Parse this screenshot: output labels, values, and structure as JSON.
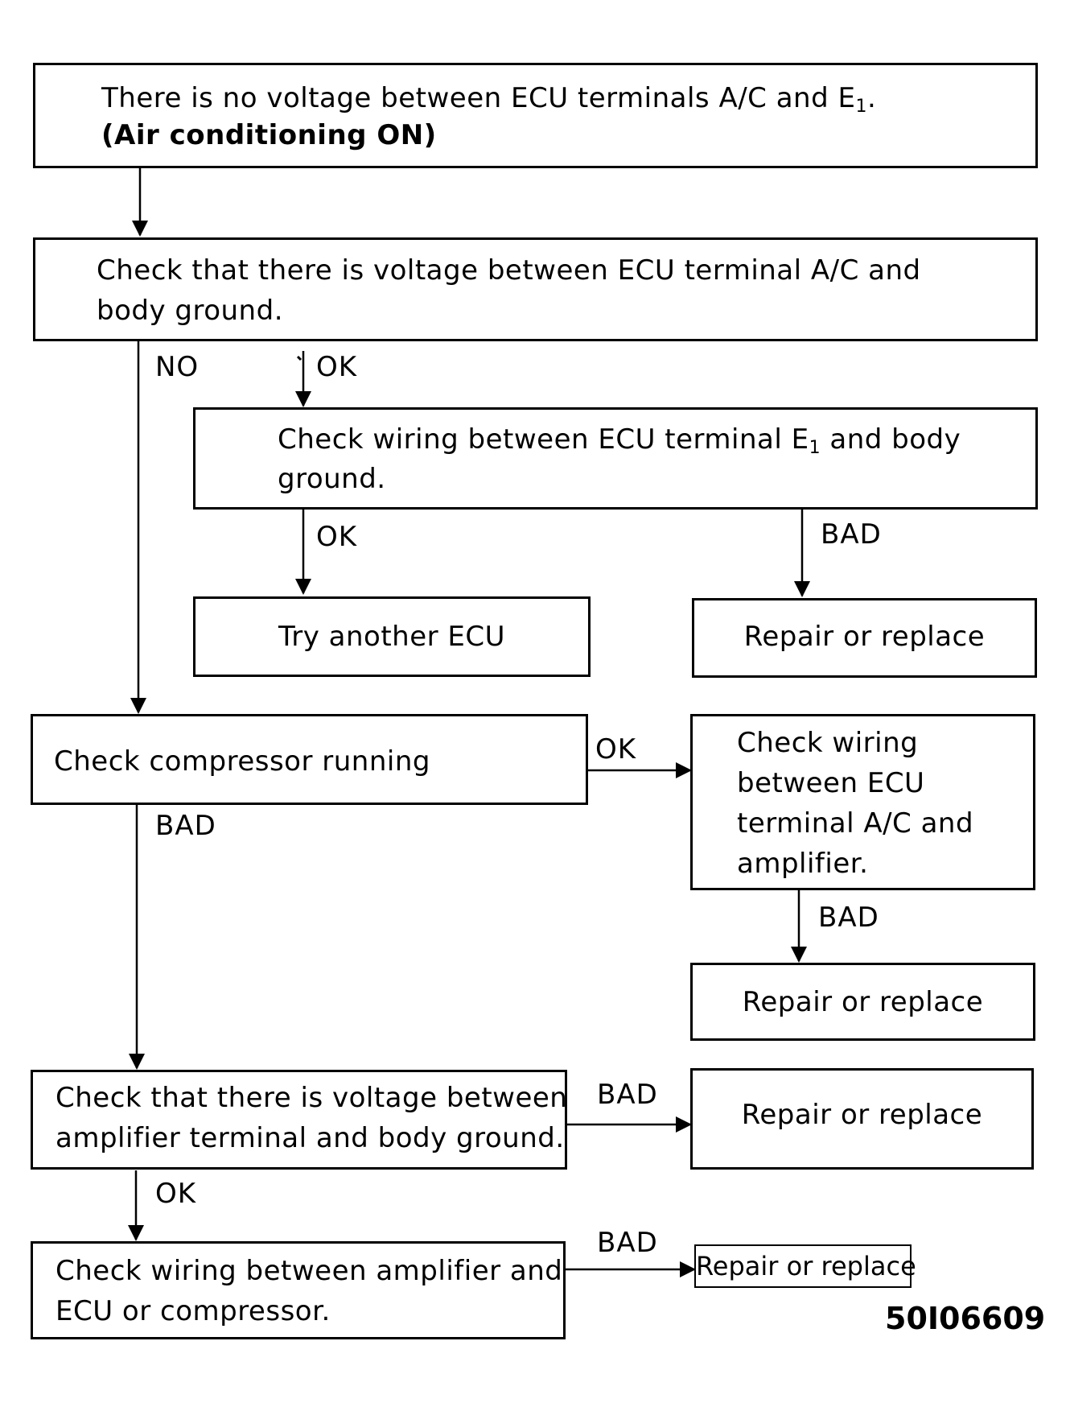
{
  "nodes": {
    "start": {
      "line1_pre": "There is no voltage between ECU terminals A/C and E",
      "line1_sub": "1",
      "line1_post": ".",
      "line2": "(Air conditioning ON)"
    },
    "check_ac_ground": {
      "line1": "Check that there is voltage between ECU terminal A/C and",
      "line2": "body ground."
    },
    "check_e1_wiring": {
      "line1_pre": "Check wiring between ECU terminal E",
      "line1_sub": "1",
      "line1_post": " and body",
      "line2": "ground."
    },
    "try_ecu": {
      "text": "Try another ECU"
    },
    "repair_1": {
      "text": "Repair or replace"
    },
    "check_compressor": {
      "text": "Check compressor running"
    },
    "check_ac_amp_wiring": {
      "line1": "Check wiring",
      "line2": "between ECU",
      "line3": "terminal A/C and",
      "line4": "amplifier."
    },
    "repair_2": {
      "text": "Repair or replace"
    },
    "check_amp_voltage": {
      "line1": "Check that there is voltage between",
      "line2": "amplifier terminal and body ground."
    },
    "repair_3": {
      "text": "Repair or replace"
    },
    "check_amp_wiring": {
      "line1": "Check wiring between amplifier and",
      "line2": "ECU or compressor."
    },
    "repair_4": {
      "text": "Repair or replace"
    }
  },
  "edge_labels": {
    "no": "NO",
    "ok_1": "OK",
    "ok_2": "OK",
    "bad_1": "BAD",
    "ok_3": "OK",
    "bad_2": "BAD",
    "bad_3": "BAD",
    "bad_4": "BAD",
    "ok_4": "OK",
    "bad_5": "BAD"
  },
  "figure_code": "50I06609"
}
